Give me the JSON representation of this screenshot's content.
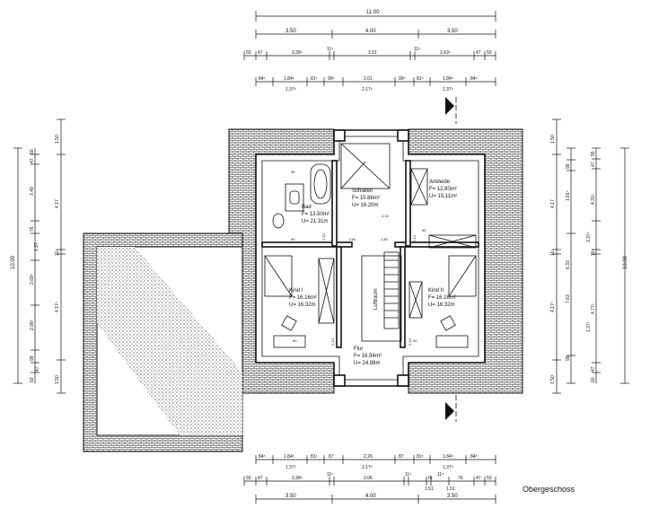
{
  "plan": {
    "caption": "Obergeschoss",
    "top_dims": {
      "overall": "11.00",
      "row1": [
        "3.50",
        "4.00",
        "3.50"
      ],
      "row2": [
        "50",
        "47",
        "3.38⁵",
        "11⁵",
        "3.51",
        "11⁵",
        "2.63⁵",
        "47",
        "50"
      ],
      "row3": [
        "84⁵",
        "1.84⁵",
        "81⁵",
        "99⁵",
        "2.01",
        "99⁵",
        "81⁵",
        "1.84⁵",
        "84⁵"
      ],
      "row3_sub": [
        "1.37⁵",
        "2.17⁵",
        "1.37⁵"
      ]
    },
    "bottom_dims": {
      "row1": [
        "84⁵",
        "1.84⁵",
        "81⁵",
        "87",
        "2.26",
        "87",
        "81⁵",
        "1.84⁵",
        "84⁵"
      ],
      "row1_sub": [
        "1.37⁵",
        "2.17⁵",
        "1.37⁵"
      ],
      "row2": [
        "50",
        "47",
        "3.38⁵",
        "11⁵",
        "3.06",
        "11⁵",
        "76",
        "11⁵",
        "76",
        "47",
        "50"
      ],
      "row2_sub": [
        "1.51",
        "1.51"
      ],
      "row3": [
        "3.50",
        "4.00",
        "3.50"
      ]
    },
    "left_dims": {
      "overall": "10.00",
      "outer": [
        "1.50",
        "4.17",
        "11⁵",
        "4.17⁵",
        "1.50"
      ],
      "inner": [
        "50",
        "47",
        "3.49",
        "76",
        "1.37",
        "2.69⁵",
        "2.06⁵",
        "99",
        "47",
        "50"
      ]
    },
    "right_dims": {
      "overall": "10.00",
      "outer": [
        "1.50",
        "4.17",
        "11⁵",
        "4.17⁵",
        "1.50"
      ],
      "mid": [
        "99",
        "1.81⁵",
        "6.33",
        "7.63",
        "99"
      ],
      "inner": [
        "55",
        "47",
        "4.31⁵",
        "1.37⁵",
        "11⁵",
        "1.37⁵",
        "4.77⁵",
        "47",
        "60"
      ]
    },
    "rooms": [
      {
        "name": "Schlafen",
        "area": "F= 15.86m²",
        "perimeter": "U= 16.20m"
      },
      {
        "name": "Ankleide",
        "area": "F= 12.80m²",
        "perimeter": "U= 15,11m²"
      },
      {
        "name": "Bad",
        "area": "F= 13.50m²",
        "perimeter": "U= 21.31m"
      },
      {
        "name": "Kind  I",
        "area": "F= 16.16m²",
        "perimeter": "U= 16.32m"
      },
      {
        "name": "Kind  II",
        "area": "F= 16.16m²",
        "perimeter": "U= 16.32m"
      },
      {
        "name": "Flur",
        "area": "F= 16.94m²",
        "perimeter": "U= 24.98m"
      }
    ],
    "luftraum": "Luftraum",
    "small_marks": [
      "90",
      "90",
      "90",
      "90",
      "90",
      "2.13",
      "2.13",
      "2.13",
      "2.13",
      "2.13",
      "1.56",
      "1.80"
    ]
  }
}
